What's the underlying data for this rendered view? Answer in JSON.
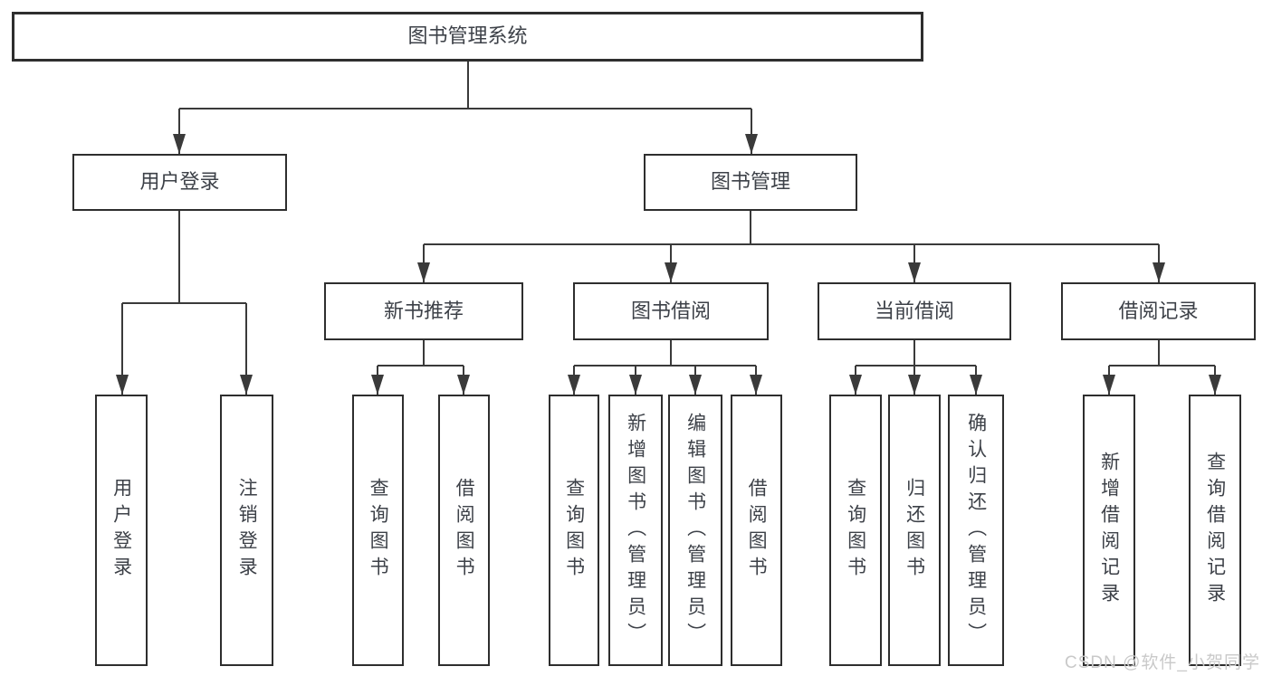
{
  "title": "图书管理系统",
  "level2": {
    "user_login": "用户登录",
    "book_mgmt": "图书管理"
  },
  "level3": {
    "new_book": "新书推荐",
    "book_borrow": "图书借阅",
    "current_borrow": "当前借阅",
    "borrow_records": "借阅记录"
  },
  "leaves": {
    "user_login": [
      "用户登录",
      "注销登录"
    ],
    "new_book": [
      "查询图书",
      "借阅图书"
    ],
    "book_borrow": [
      "查询图书",
      "新增图书（管理员）",
      "编辑图书（管理员）",
      "借阅图书"
    ],
    "current_borrow": [
      "查询图书",
      "归还图书",
      "确认归还（管理员）"
    ],
    "borrow_records": [
      "新增借阅记录",
      "查询借阅记录"
    ]
  },
  "watermark": "CSDN @软件_小贺同学",
  "colors": {
    "line": "#3a3a3a",
    "border": "#2e2e2e",
    "text": "#3d4148",
    "watermark": "#c9c9c9",
    "background": "#ffffff"
  }
}
